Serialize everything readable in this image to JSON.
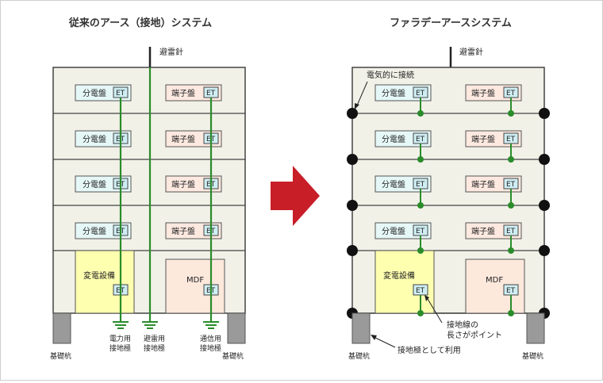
{
  "left": {
    "title": "従来のアース（接地）システム",
    "lightning_rod": "避雷針",
    "floors": [
      {
        "left_panel": "分電盤",
        "right_panel": "端子盤"
      },
      {
        "left_panel": "分電盤",
        "right_panel": "端子盤"
      },
      {
        "left_panel": "分電盤",
        "right_panel": "端子盤"
      },
      {
        "left_panel": "分電盤",
        "right_panel": "端子盤"
      }
    ],
    "et": "ET",
    "substation": "変電設備",
    "mdf": "MDF",
    "ground_power": [
      "電力用",
      "接地極"
    ],
    "ground_lightning": [
      "避雷用",
      "接地極"
    ],
    "ground_telecom": [
      "通信用",
      "接地極"
    ],
    "pile_left": "基礎杭",
    "pile_right": "基礎杭"
  },
  "right": {
    "title": "ファラデーアースシステム",
    "lightning_rod": "避雷針",
    "floors": [
      {
        "left_panel": "分電盤",
        "right_panel": "端子盤"
      },
      {
        "left_panel": "分電盤",
        "right_panel": "端子盤"
      },
      {
        "left_panel": "分電盤",
        "right_panel": "端子盤"
      },
      {
        "left_panel": "分電盤",
        "right_panel": "端子盤"
      }
    ],
    "et": "ET",
    "substation": "変電設備",
    "mdf": "MDF",
    "note_connection": "電気的に接続",
    "note_length": [
      "接地線の",
      "長さがポイント"
    ],
    "note_electrode": "接地極として利用",
    "pile_left": "基礎杭",
    "pile_right": "基礎杭"
  },
  "colors": {
    "building_fill": "#f1f1e8",
    "panel_left": "#e6f7f7",
    "panel_right": "#fde9e0",
    "substation": "#ffffb0",
    "mdf": "#fde8dc",
    "et_fill": "#cfeef3",
    "wire": "#2a8c2a",
    "arrow": "#c81e28",
    "pile": "#9a9a9a"
  }
}
